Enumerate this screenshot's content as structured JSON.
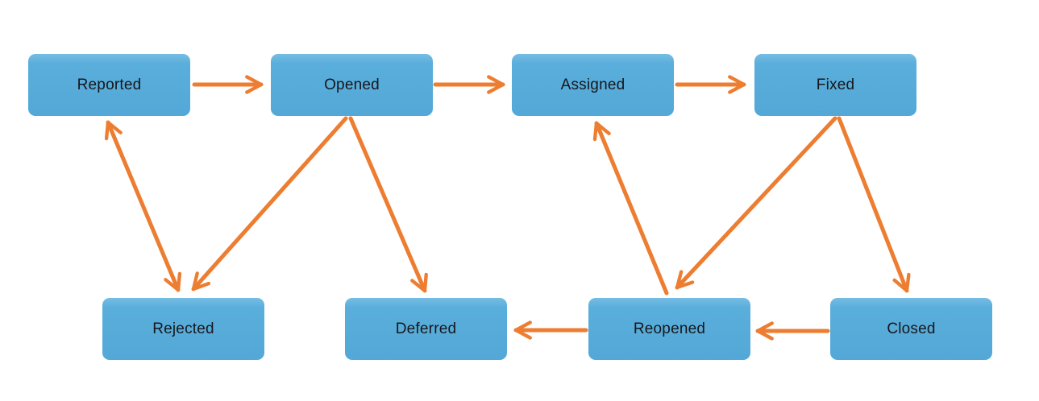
{
  "diagram": {
    "type": "state-flow-diagram",
    "colors": {
      "node_fill": "#5BAFDC",
      "node_fill_light": "#74BDE4",
      "arrow": "#ED7D31",
      "text": "#17171C",
      "background": "#FFFFFF"
    },
    "nodes": [
      {
        "id": "reported",
        "label": "Reported"
      },
      {
        "id": "opened",
        "label": "Opened"
      },
      {
        "id": "assigned",
        "label": "Assigned"
      },
      {
        "id": "fixed",
        "label": "Fixed"
      },
      {
        "id": "rejected",
        "label": "Rejected"
      },
      {
        "id": "deferred",
        "label": "Deferred"
      },
      {
        "id": "reopened",
        "label": "Reopened"
      },
      {
        "id": "closed",
        "label": "Closed"
      }
    ],
    "edges": [
      {
        "from": "reported",
        "to": "opened",
        "bidirectional": false
      },
      {
        "from": "opened",
        "to": "assigned",
        "bidirectional": false
      },
      {
        "from": "assigned",
        "to": "fixed",
        "bidirectional": false
      },
      {
        "from": "reported",
        "to": "rejected",
        "bidirectional": true
      },
      {
        "from": "opened",
        "to": "rejected",
        "bidirectional": false
      },
      {
        "from": "opened",
        "to": "deferred",
        "bidirectional": false
      },
      {
        "from": "reopened",
        "to": "assigned",
        "bidirectional": false
      },
      {
        "from": "fixed",
        "to": "reopened",
        "bidirectional": false
      },
      {
        "from": "fixed",
        "to": "closed",
        "bidirectional": false
      },
      {
        "from": "closed",
        "to": "reopened",
        "bidirectional": false
      },
      {
        "from": "reopened",
        "to": "deferred",
        "bidirectional": false
      }
    ]
  }
}
